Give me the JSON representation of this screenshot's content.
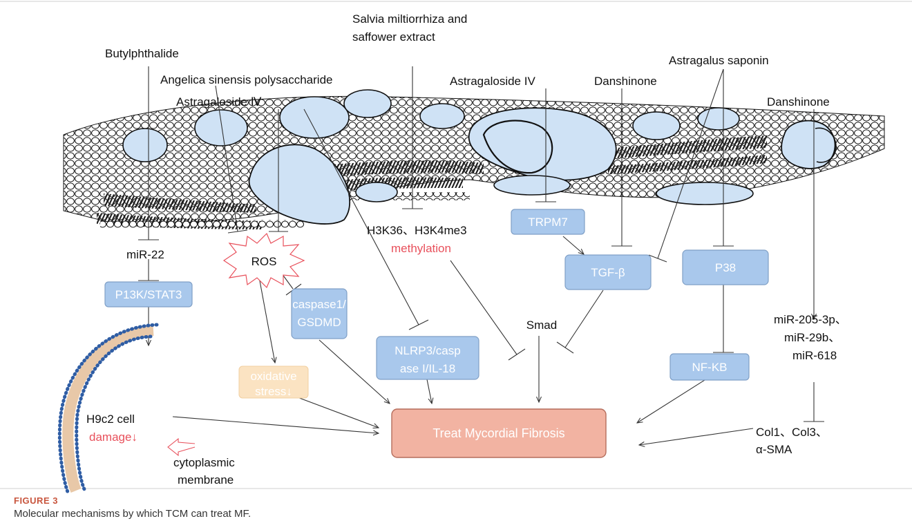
{
  "figure": {
    "label": "FIGURE 3",
    "caption": "Molecular mechanisms by which TCM can treat MF."
  },
  "compounds": {
    "butylphthalide": "Butylphthalide",
    "angelica": "Angelica sinensis polysaccharide",
    "astragaloside_a": "Astragaloside Ⅳ",
    "salvia_1": "Salvia miltiorrhiza and",
    "salvia_2": "saffower extract",
    "astragaloside_b": "Astragaloside IV",
    "danshinone_a": "Danshinone",
    "astragalus_saponin": "Astragalus saponin",
    "danshinone_b": "Danshinone"
  },
  "nodes": {
    "mir22": "miR-22",
    "ros": "ROS",
    "p13k": "P13K/STAT3",
    "caspase_1": "caspase1/",
    "caspase_2": "GSDMD",
    "nlrp3_1": "NLRP3/casp",
    "nlrp3_2": "ase I/IL-18",
    "h3k": "H3K36、H3K4me3",
    "methylation": "methylation",
    "trpm7": "TRPM7",
    "tgfb": "TGF-β",
    "p38": "P38",
    "smad": "Smad",
    "nfkb": "NF-KB",
    "mir_205": "miR-205-3p、",
    "mir_29b": "miR-29b、",
    "mir_618": "miR-618",
    "col_1": "Col1、Col3、",
    "col_2": "α-SMA",
    "oxidative_1": "oxidative",
    "oxidative_2": "stress↓",
    "outcome": "Treat Mycordial Fibrosis",
    "h9c2": "H9c2 cell",
    "damage": "damage↓",
    "cytoplasmic_1": "cytoplasmic",
    "cytoplasmic_2": "membrane"
  },
  "colors": {
    "box_fill": "#a9c8ec",
    "box_stroke": "#7f9fc6",
    "outcome_fill": "#f2b3a2",
    "outcome_stroke": "#b56d5c",
    "oxidative_fill": "#fbe3c2",
    "highlight_red": "#e8505b",
    "membrane_blue": "#2f5da4",
    "membrane_tan": "#e8c8a8"
  }
}
